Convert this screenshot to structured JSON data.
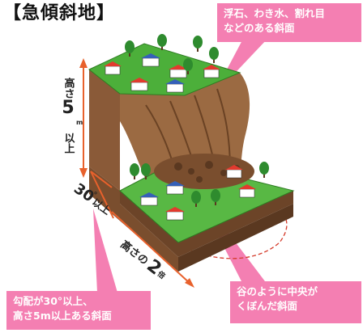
{
  "title": "【急傾斜地】",
  "callouts": {
    "top_right": [
      "浮石、わき水、割れ目",
      "などのある斜面"
    ],
    "bottom_left": [
      "勾配が30°以上、",
      "高さ5m以上ある斜面"
    ],
    "bottom_right": [
      "谷のように中央が",
      "くぼんだ斜面"
    ]
  },
  "height_label": {
    "prefix": "高さ",
    "number": "5",
    "unit": "m",
    "suffix": "以上"
  },
  "angle_label": {
    "number": "30",
    "degree": "°",
    "suffix": "以上"
  },
  "width_label": {
    "prefix": "高さの",
    "number": "2",
    "suffix": "倍"
  },
  "colors": {
    "accent": "#f47fb2",
    "grass": "#4caf3a",
    "soil": "#7a5030",
    "arrow": "#e8612c",
    "number": "#f2a020"
  }
}
